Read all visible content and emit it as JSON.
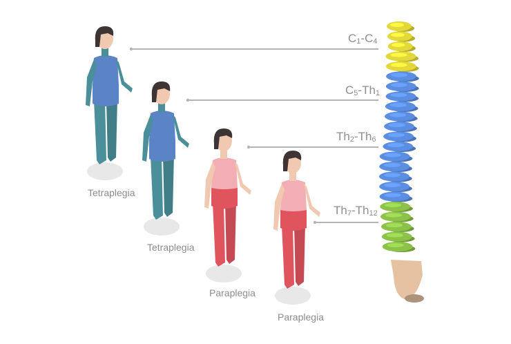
{
  "colors": {
    "cervical_upper": "#e2d83a",
    "cervical_lower_thoracic_upper": "#5b8de0",
    "thoracic_lower": "#8dc24a",
    "sacrum": "#e6c2a2",
    "tetraplegia_body": "#4a8f9a",
    "paraplegia_body": "#e0545e",
    "affected_blue": "#5a84c6",
    "affected_pink": "#f2aeb4",
    "skin": "#f0c9b0",
    "hair": "#3e3434",
    "line": "#b4b4b4"
  },
  "levels": [
    {
      "a": "C",
      "a_sub": "1",
      "sep": "-",
      "b": "C",
      "b_sub": "4"
    },
    {
      "a": "C",
      "a_sub": "5",
      "sep": "-",
      "b": "Th",
      "b_sub": "1"
    },
    {
      "a": "Th",
      "a_sub": "2",
      "sep": "-",
      "b": "Th",
      "b_sub": "6"
    },
    {
      "a": "Th",
      "a_sub": "7",
      "sep": "-",
      "b": "Th",
      "b_sub": "12"
    }
  ],
  "figures": [
    {
      "label": "Tetraplegia"
    },
    {
      "label": "Tetraplegia"
    },
    {
      "label": "Paraplegia"
    },
    {
      "label": "Paraplegia"
    }
  ]
}
